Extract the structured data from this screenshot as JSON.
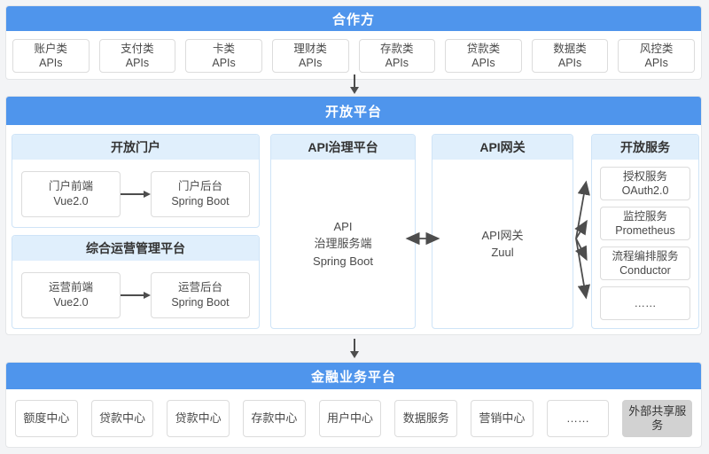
{
  "colors": {
    "primary": "#4f95ec",
    "page_bg": "#f3f4f6",
    "panel_bg": "#ffffff",
    "panel_border": "#e4e6e8",
    "section_bg": "#e0effc",
    "section_border": "#cfe4f7",
    "box_border": "#dcdcdc",
    "box_text": "#4a4a4a",
    "title_text": "#333333",
    "header_text": "#ffffff",
    "gray_bg": "#d2d2d2",
    "arrow": "#4d4d4d"
  },
  "partners": {
    "title": "合作方",
    "apis": [
      {
        "line1": "账户类",
        "line2": "APIs"
      },
      {
        "line1": "支付类",
        "line2": "APIs"
      },
      {
        "line1": "卡类",
        "line2": "APIs"
      },
      {
        "line1": "理财类",
        "line2": "APIs"
      },
      {
        "line1": "存款类",
        "line2": "APIs"
      },
      {
        "line1": "贷款类",
        "line2": "APIs"
      },
      {
        "line1": "数据类",
        "line2": "APIs"
      },
      {
        "line1": "风控类",
        "line2": "APIs"
      }
    ]
  },
  "open_platform": {
    "title": "开放平台",
    "open_portal": {
      "title": "开放门户",
      "frontend": {
        "line1": "门户前端",
        "line2": "Vue2.0"
      },
      "backend": {
        "line1": "门户后台",
        "line2": "Spring Boot"
      }
    },
    "ops_platform": {
      "title": "综合运营管理平台",
      "frontend": {
        "line1": "运营前端",
        "line2": "Vue2.0"
      },
      "backend": {
        "line1": "运营后台",
        "line2": "Spring Boot"
      }
    },
    "api_governance": {
      "title": "API治理平台",
      "line1": "API",
      "line2": "治理服务端",
      "line3": "Spring Boot"
    },
    "api_gateway": {
      "title": "API网关",
      "line1": "API网关",
      "line2": "Zuul"
    },
    "open_services": {
      "title": "开放服务",
      "items": [
        {
          "line1": "授权服务",
          "line2": "OAuth2.0"
        },
        {
          "line1": "监控服务",
          "line2": "Prometheus"
        },
        {
          "line1": "流程编排服务",
          "line2": "Conductor"
        },
        {
          "line1": "……",
          "line2": ""
        }
      ]
    }
  },
  "financial_platform": {
    "title": "金融业务平台",
    "centers": [
      "额度中心",
      "贷款中心",
      "贷款中心",
      "存款中心",
      "用户中心",
      "数据服务",
      "营销中心",
      "……",
      "外部共享服务"
    ]
  }
}
